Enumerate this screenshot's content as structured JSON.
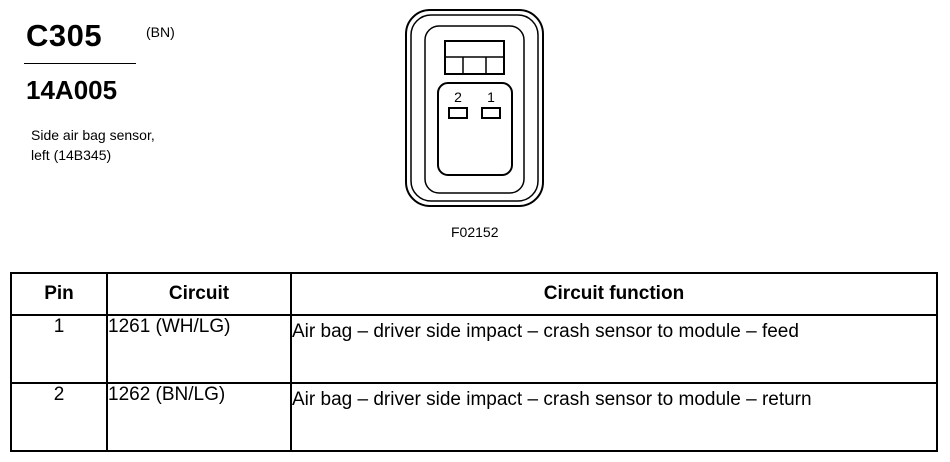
{
  "connector": {
    "id": "C305",
    "color_code": "(BN)",
    "part_number": "14A005",
    "description_line1": "Side air bag sensor,",
    "description_line2": "left (14B345)"
  },
  "figure": {
    "code": "F02152",
    "pin_labels": [
      "2",
      "1"
    ]
  },
  "table": {
    "headers": {
      "pin": "Pin",
      "circuit": "Circuit",
      "function": "Circuit function"
    },
    "rows": [
      {
        "pin": "1",
        "circuit": "1261 (WH/LG)",
        "function": "Air bag – driver side impact – crash sensor to module – feed"
      },
      {
        "pin": "2",
        "circuit": "1262 (BN/LG)",
        "function": "Air bag – driver side impact – crash sensor to module – return"
      }
    ]
  }
}
